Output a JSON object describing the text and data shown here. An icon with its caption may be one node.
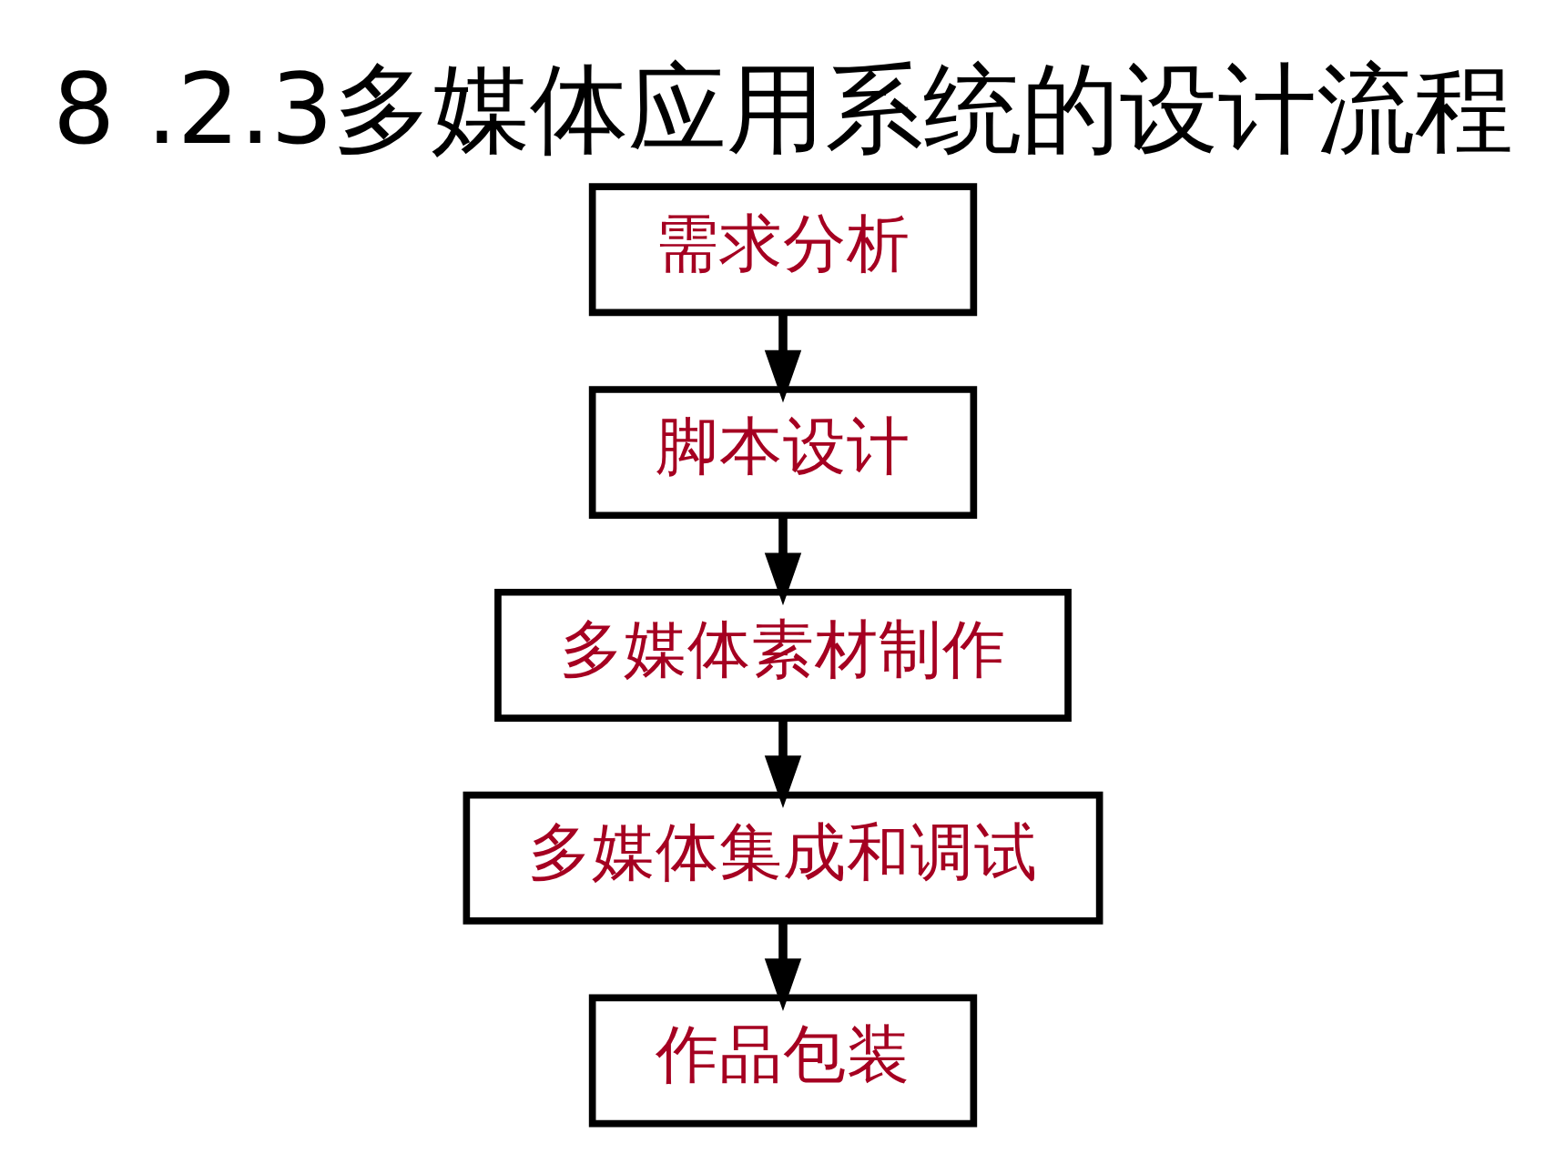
{
  "diagram": {
    "title": "8 .2.3多媒体应用系统的设计流程",
    "nodes": [
      {
        "text": [
          "需求分析"
        ]
      },
      {
        "text": [
          "脚本设计"
        ]
      },
      {
        "text": [
          "多媒体素材制作"
        ]
      },
      {
        "text": [
          "多媒体集成和调试"
        ]
      },
      {
        "text": [
          "作品包装"
        ]
      }
    ],
    "edges": [
      {
        "from": 0,
        "to": 1,
        "arrow": "to"
      },
      {
        "from": 1,
        "to": 2,
        "arrow": "to"
      },
      {
        "from": 2,
        "to": 3,
        "arrow": "to"
      },
      {
        "from": 3,
        "to": 4,
        "arrow": "to"
      }
    ]
  }
}
